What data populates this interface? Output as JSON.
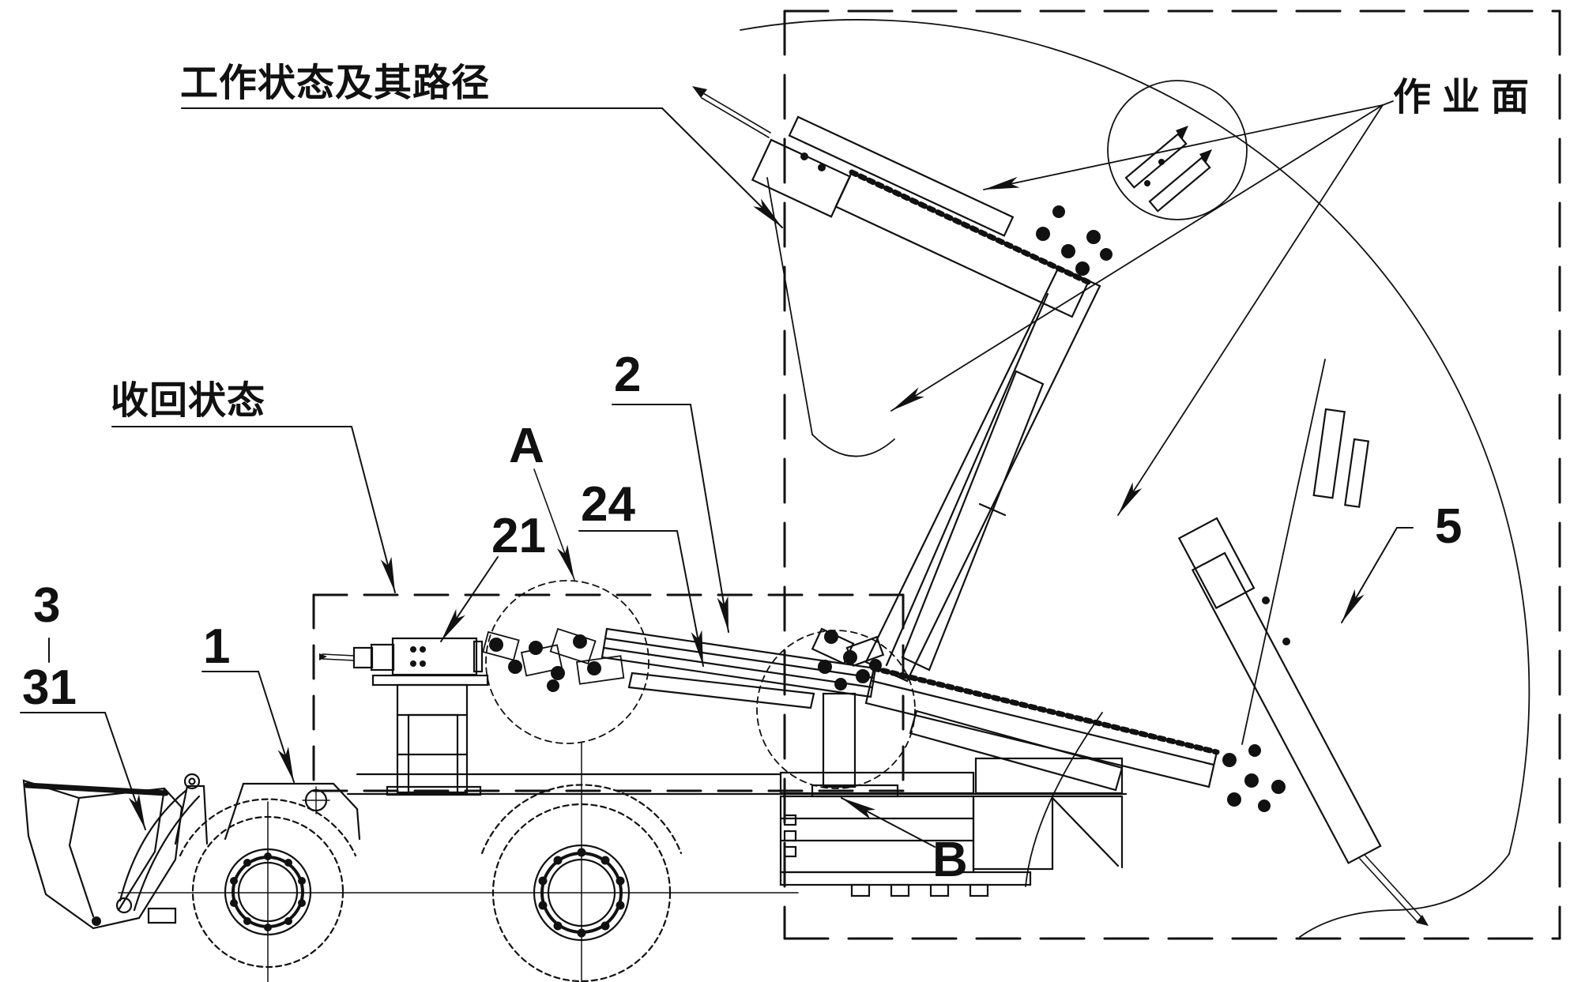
{
  "figure": {
    "type": "patent-line-drawing",
    "description_labels": {
      "working_state_path": "工作状态及其路径",
      "retracted_state": "收回状态",
      "working_face": "作业面"
    },
    "reference_numbers": {
      "ref_1": "1",
      "ref_2": "2",
      "ref_3": "3",
      "ref_5": "5",
      "ref_21": "21",
      "ref_24": "24",
      "ref_31": "31",
      "detail_A": "A",
      "detail_B": "B"
    },
    "colors": {
      "line": "#111111",
      "background": "#ffffff"
    }
  }
}
